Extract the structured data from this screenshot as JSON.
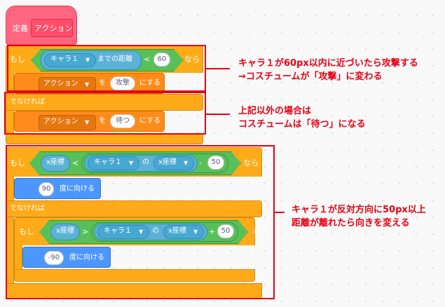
{
  "define_block": {
    "prefix": "定義",
    "name": "アクション"
  },
  "if1": {
    "if_label": "もし",
    "then_label": "なら",
    "sprite": "キャラ１",
    "distance_label": "までの距離",
    "lt": "<",
    "value": "60",
    "costume_block": {
      "dropdown": "アクション",
      "to": "を",
      "costume": "攻撃",
      "action": "にする"
    },
    "else_label": "でなければ",
    "costume_block_else": {
      "dropdown": "アクション",
      "to": "を",
      "costume": "待つ",
      "action": "にする"
    }
  },
  "if2": {
    "if_label": "もし",
    "then_label": "なら",
    "x_label": "x座標",
    "lt": "<",
    "sprite": "キャラ１",
    "of": "の",
    "prop": "x座標",
    "minus": "-",
    "value": "50",
    "turn": {
      "value": "90",
      "label": "度に向ける"
    },
    "else_label": "でなければ",
    "inner_if": {
      "if_label": "もし",
      "then_label": "なら",
      "x_label": "x座標",
      "gt": ">",
      "sprite": "キャラ１",
      "of": "の",
      "prop": "x座標",
      "plus": "+",
      "value": "50",
      "turn": {
        "value": "-90",
        "label": "度に向ける"
      }
    }
  },
  "annotations": [
    {
      "line1": "キャラ１が60px以内に近づいたら攻撃する",
      "line2": "→コスチュームが「攻撃」に変わる"
    },
    {
      "line1": "上記以外の場合は",
      "line2": "コスチュームは「待つ」になる"
    },
    {
      "line1": "キャラ１が反対方向に50px以上",
      "line2": "距離が離れたら向きを変える"
    }
  ],
  "colors": {
    "control": "#ffab19",
    "operator": "#59c059",
    "sensing": "#5cb1d6",
    "motion": "#4c97ff",
    "looks": "#ff8c1a",
    "define": "#ff6680",
    "annotation": "#e60012"
  },
  "icons": [
    "dropdown-arrow-icon"
  ]
}
